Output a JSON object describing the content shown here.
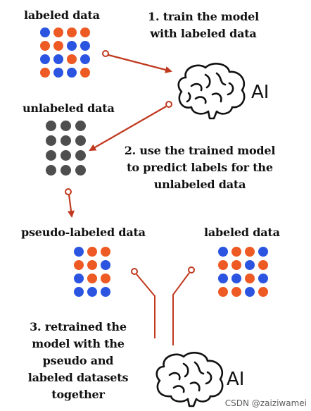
{
  "labels": {
    "labeled_top": "labeled data",
    "unlabeled": "unlabeled data",
    "pseudo": "pseudo-labeled data",
    "labeled_bottom": "labeled data"
  },
  "steps": {
    "step1": [
      "1. train the model",
      "with labeled data"
    ],
    "step2": [
      "2. use the trained model",
      "to predict labels for the",
      "unlabeled data"
    ],
    "step3": [
      "3. retrained the",
      "model with the",
      "pseudo and",
      "labeled datasets",
      "together"
    ]
  },
  "ai_label_top": "AI",
  "ai_label_bottom": "AI",
  "watermark": "CSDN @zaiziwamei",
  "colors": {
    "blue": "#2b55e0",
    "orange": "#ee5a24",
    "gray": "#4e4e4e",
    "arrow": "#c0391e"
  },
  "grids": {
    "labeled_top": [
      [
        "blue",
        "orange",
        "orange",
        "orange"
      ],
      [
        "orange",
        "orange",
        "blue",
        "blue"
      ],
      [
        "blue",
        "blue",
        "orange",
        "blue"
      ],
      [
        "orange",
        "blue",
        "blue",
        "orange"
      ]
    ],
    "unlabeled": [
      [
        "gray",
        "gray",
        "gray"
      ],
      [
        "gray",
        "gray",
        "gray"
      ],
      [
        "gray",
        "gray",
        "gray"
      ],
      [
        "gray",
        "gray",
        "gray"
      ]
    ],
    "pseudo": [
      [
        "blue",
        "orange",
        "orange"
      ],
      [
        "orange",
        "orange",
        "blue"
      ],
      [
        "blue",
        "orange",
        "orange"
      ],
      [
        "blue",
        "blue",
        "blue"
      ]
    ],
    "labeled_bottom": [
      [
        "blue",
        "orange",
        "orange",
        "blue"
      ],
      [
        "orange",
        "orange",
        "blue",
        "orange"
      ],
      [
        "blue",
        "blue",
        "orange",
        "blue"
      ],
      [
        "orange",
        "orange",
        "blue",
        "orange"
      ]
    ]
  },
  "icons": {
    "brain": "brain-icon",
    "arrow": "arrow-icon",
    "connector": "connector-line"
  }
}
